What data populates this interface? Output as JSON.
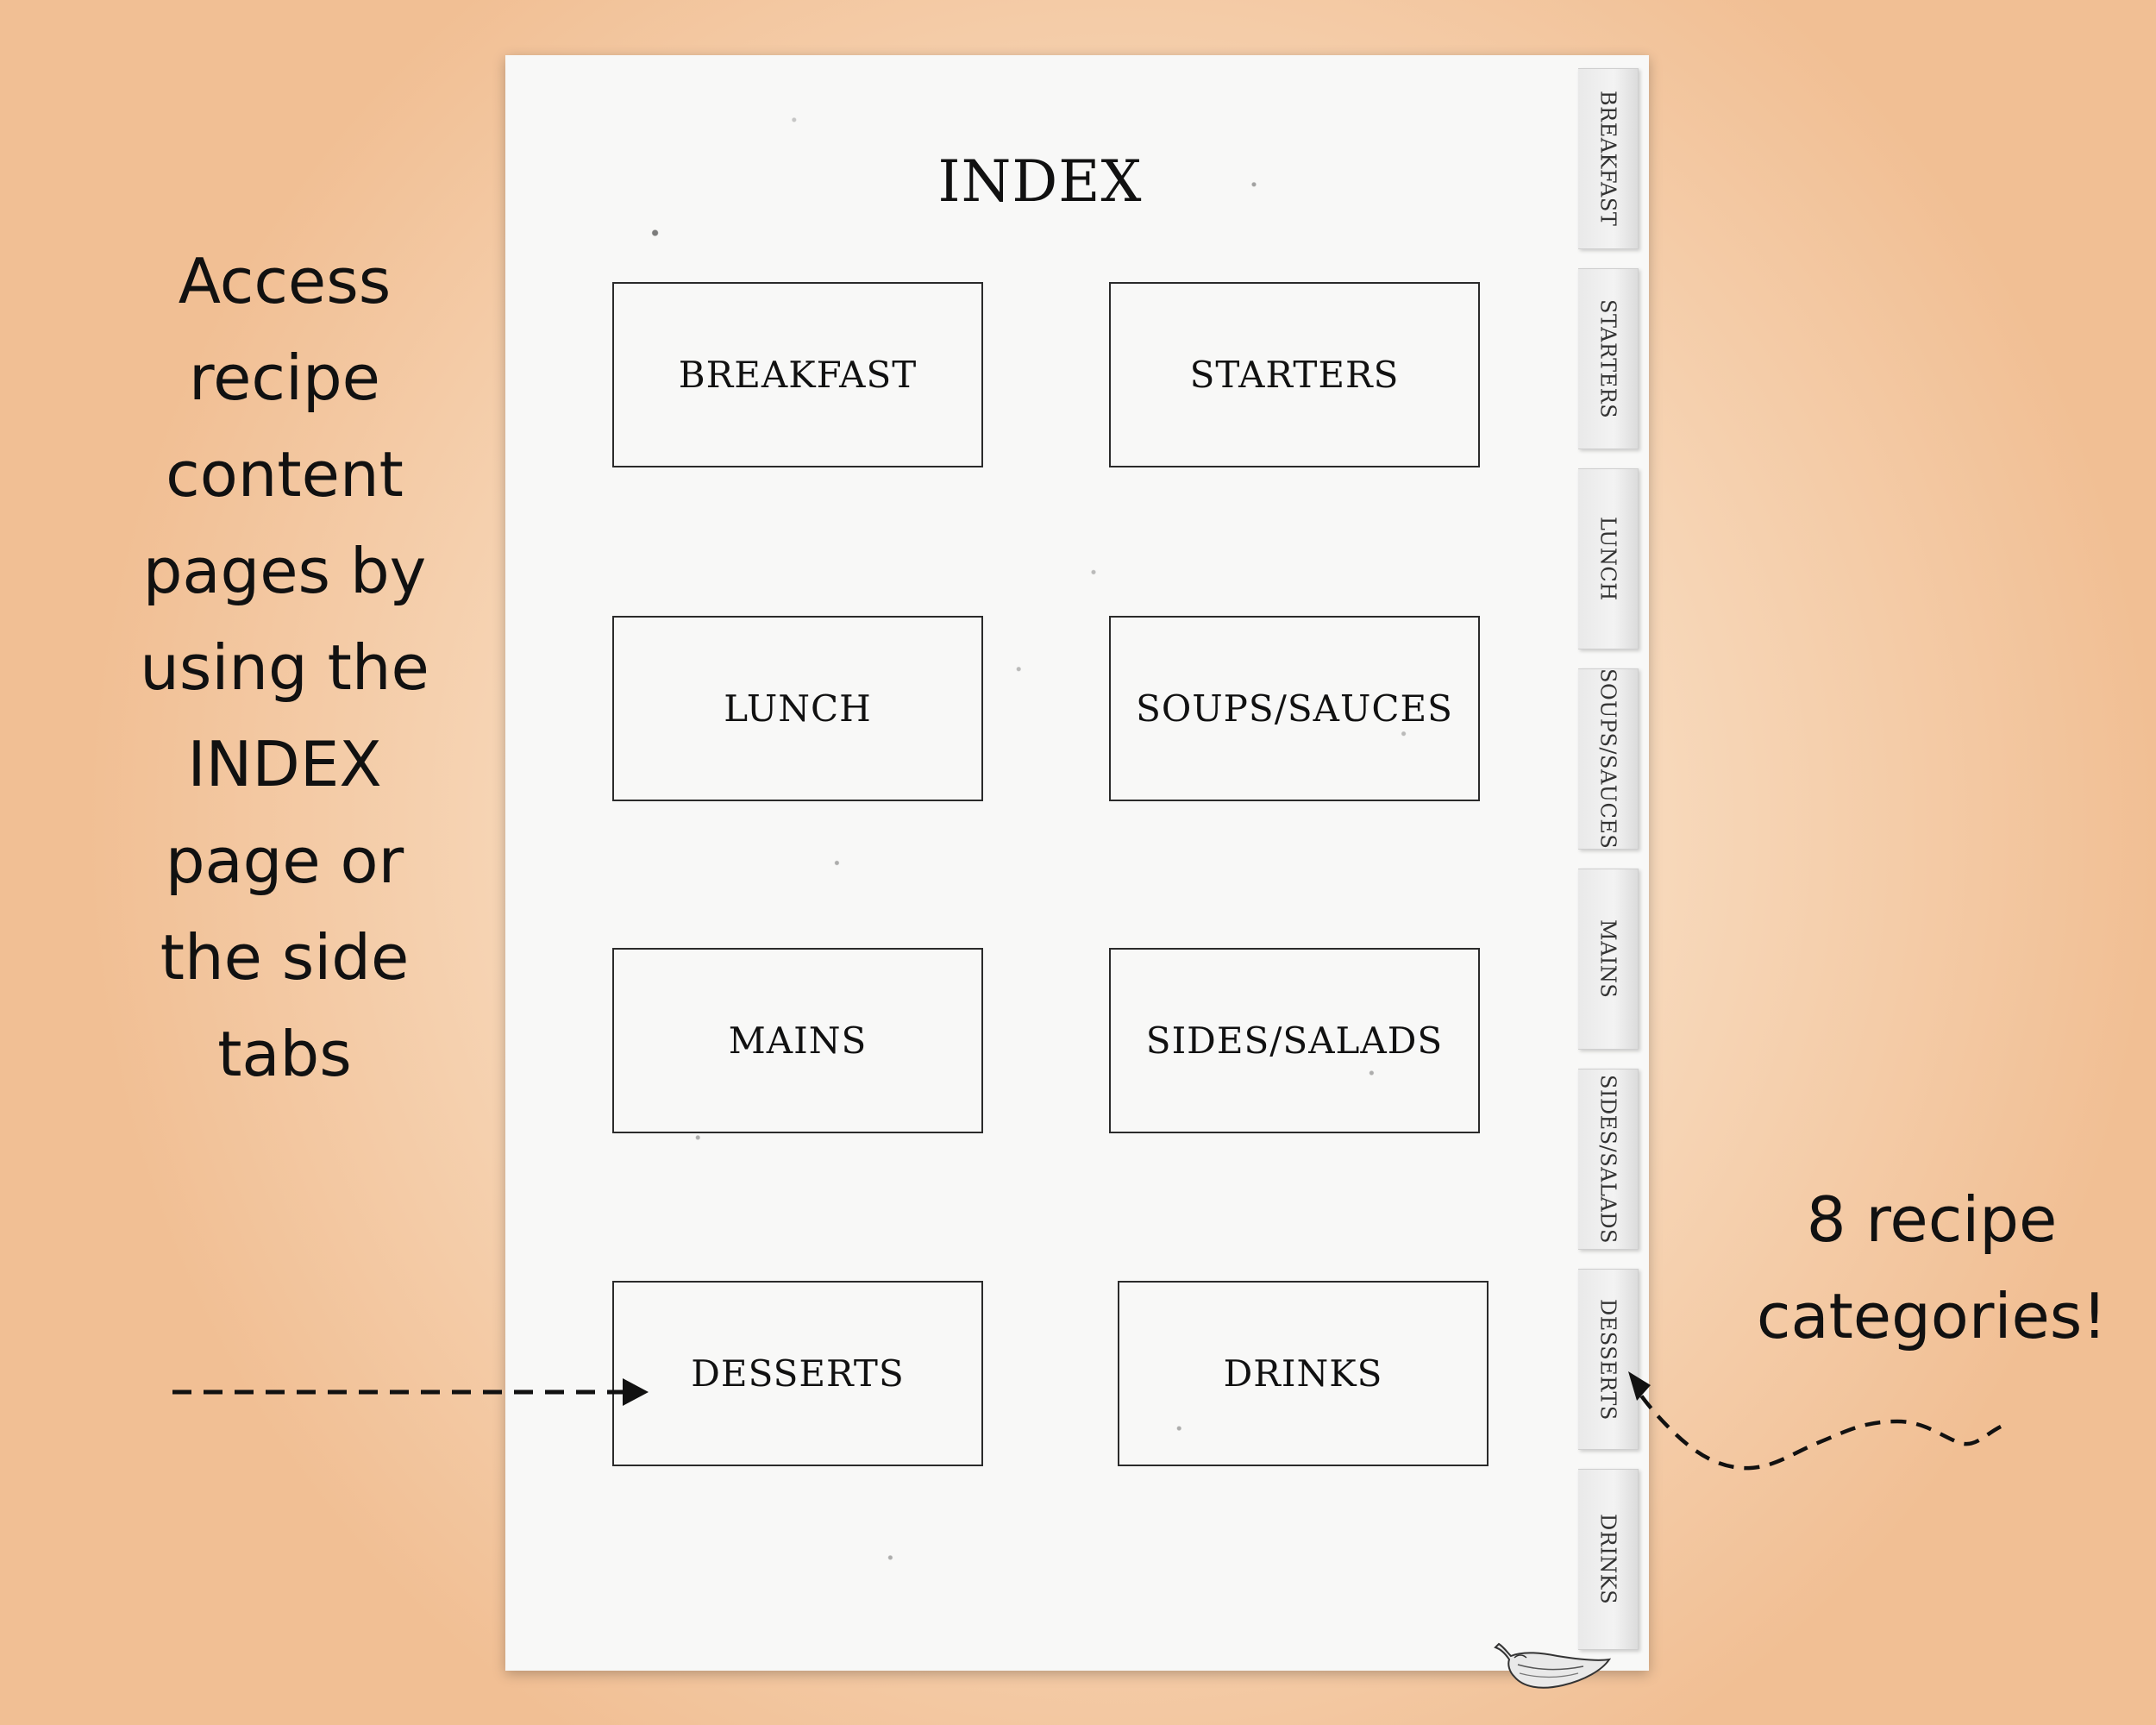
{
  "left_caption": [
    "Access",
    "recipe",
    "content",
    "pages by",
    "using the",
    "INDEX",
    "page or",
    "the side",
    "tabs"
  ],
  "right_caption": [
    "8 recipe",
    "categories!"
  ],
  "page": {
    "title": "INDEX",
    "categories": [
      "BREAKFAST",
      "STARTERS",
      "LUNCH",
      "SOUPS/SAUCES",
      "MAINS",
      "SIDES/SALADS",
      "DESSERTS",
      "DRINKS"
    ]
  },
  "tabs": [
    "BREAKFAST",
    "STARTERS",
    "LUNCH",
    "SOUPS/SAUCES",
    "MAINS",
    "SIDES/SALADS",
    "DESSERTS",
    "DRINKS"
  ],
  "icons": {
    "footer": "chili-pepper-icon",
    "left_arrow": "dashed-arrow-right-icon",
    "right_arrow": "wavy-dashed-arrow-left-icon"
  },
  "colors": {
    "background_center": "#fcf1e6",
    "background_edge": "#f1bf94",
    "page": "#f8f8f7",
    "ink": "#111111"
  }
}
